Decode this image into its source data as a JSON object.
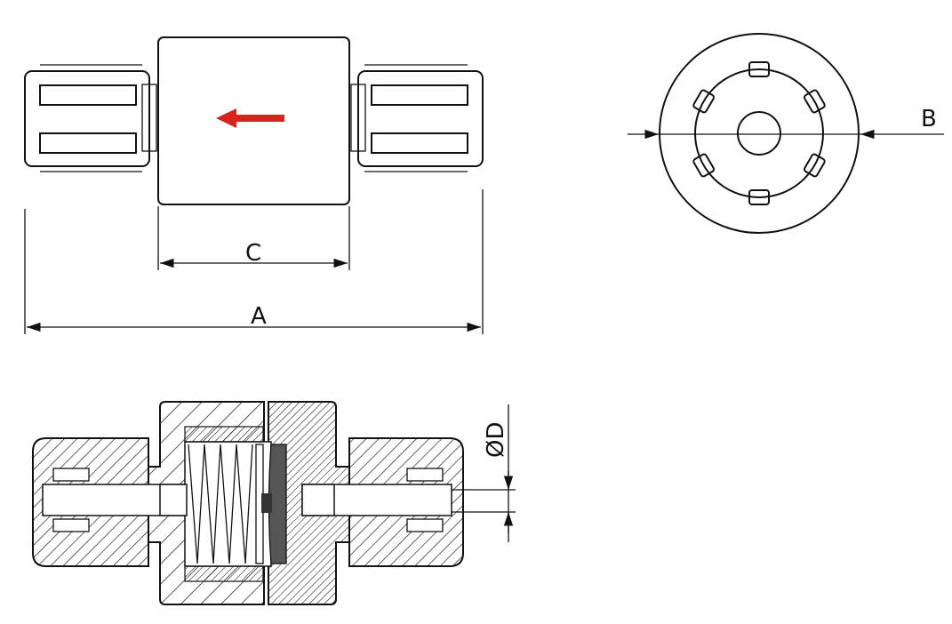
{
  "dimensions": {
    "overall_length": "A",
    "outer_diameter": "B",
    "body_length": "C",
    "bore_diameter": "ØD"
  },
  "colors": {
    "line": "#111111",
    "flow_arrow": "#d9231c"
  }
}
